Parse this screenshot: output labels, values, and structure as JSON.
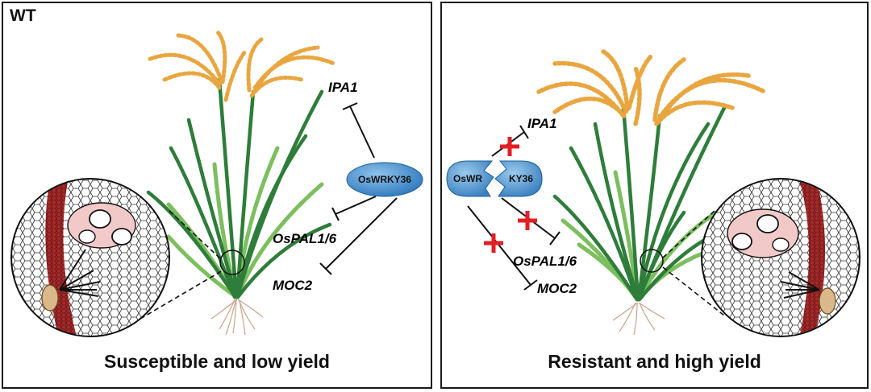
{
  "left_panel": {
    "tag": "WT",
    "caption": "Susceptible and low yield",
    "protein": "OsWRKY36",
    "genes": {
      "ipa1": "IPA1",
      "ospal": "OsPAL1/6",
      "moc2": "MOC2"
    }
  },
  "right_panel": {
    "caption": "Resistant and high yield",
    "protein_left": "OsWR",
    "protein_right": "KY36",
    "genes": {
      "ipa1": "IPA1",
      "ospal": "OsPAL1/6",
      "moc2": "MOC2"
    }
  },
  "colors": {
    "grain": "#E9A640",
    "leaf_dark": "#2E7D3A",
    "leaf_light": "#7CBF5E",
    "protein": "#3E86C6",
    "block_cross": "#E31E24",
    "sclerenchyma": "#A52A2A",
    "root": "#C9A48A"
  }
}
